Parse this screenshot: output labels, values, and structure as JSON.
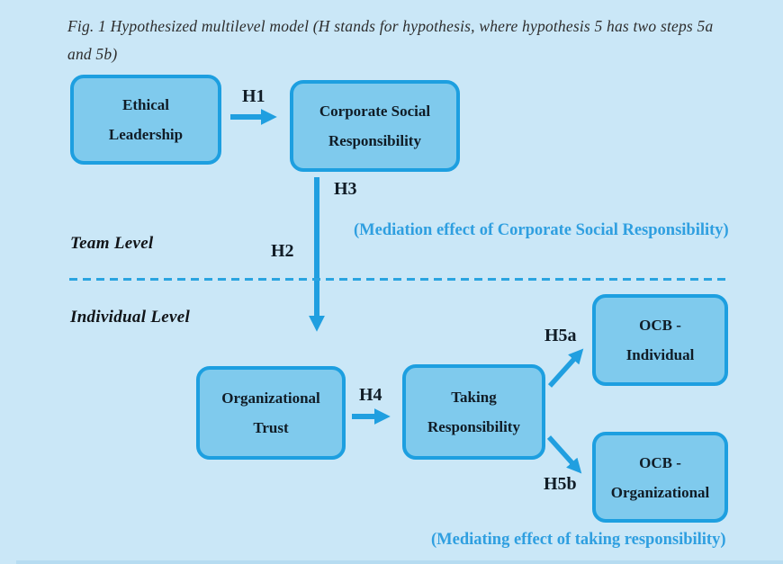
{
  "caption": "Fig. 1 Hypothesized multilevel model (H stands for hypothesis, where hypothesis 5 has two steps 5a and 5b)",
  "levels": {
    "team": "Team Level",
    "individual": "Individual Level"
  },
  "nodes": {
    "ethical_leadership": {
      "line1": "Ethical",
      "line2": "Leadership"
    },
    "corporate_social_responsibility": {
      "line1": "Corporate Social",
      "line2": "Responsibility"
    },
    "organizational_trust": {
      "line1": "Organizational",
      "line2": "Trust"
    },
    "taking_responsibility": {
      "line1": "Taking",
      "line2": "Responsibility"
    },
    "ocb_individual": {
      "line1": "OCB -",
      "line2": "Individual"
    },
    "ocb_organizational": {
      "line1": "OCB -",
      "line2": "Organizational"
    }
  },
  "hypotheses": {
    "h1": "H1",
    "h2": "H2",
    "h3": "H3",
    "h4": "H4",
    "h5a": "H5a",
    "h5b": "H5b"
  },
  "annotations": {
    "mediation_csr": "(Mediation effect of Corporate Social Responsibility)",
    "mediation_taking": "(Mediating effect of taking responsibility)"
  },
  "colors": {
    "background": "#cae7f7",
    "node_fill": "#7fcaed",
    "node_border": "#1d9fe0",
    "arrow": "#209fe0",
    "dark_text": "#101c26",
    "annotation_blue": "#2f9fe0",
    "caption_text": "#2d2d2d"
  }
}
